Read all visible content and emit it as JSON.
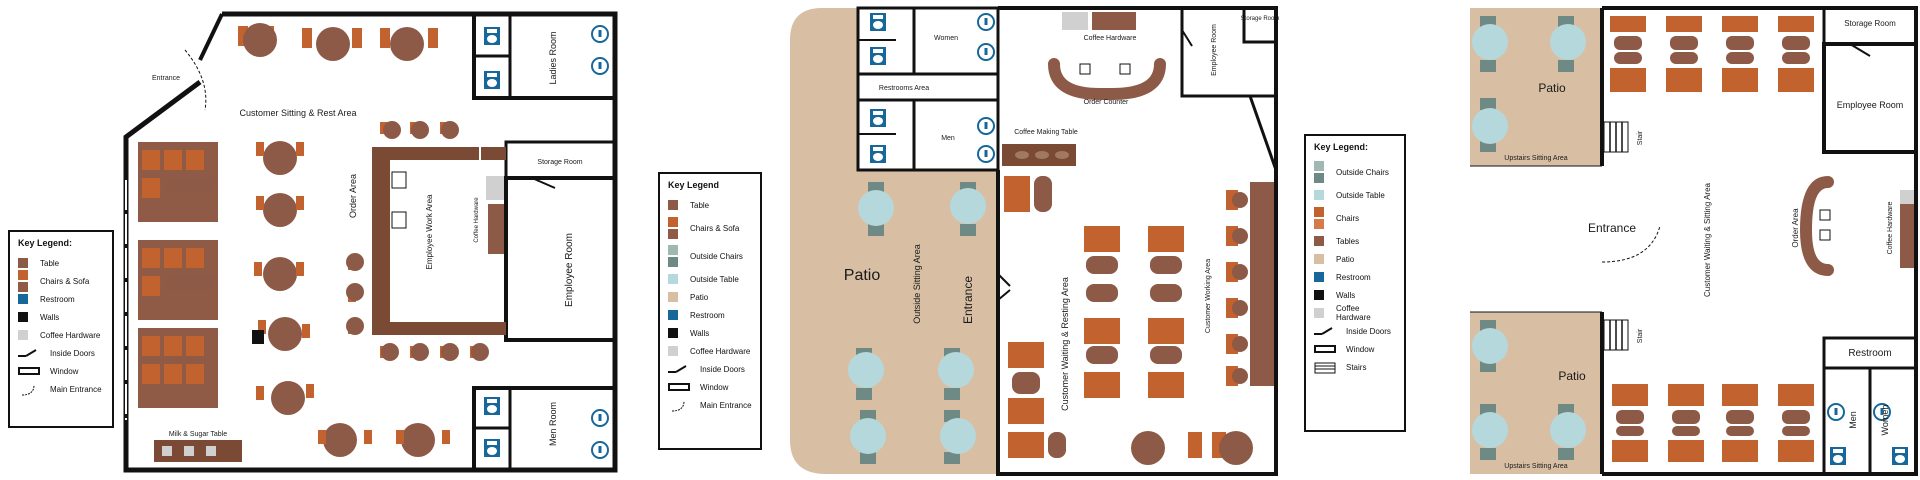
{
  "colors": {
    "table": "#8d5a48",
    "chair": "#c2622e",
    "chair_light": "#d77a4a",
    "sofa": "#8f5a46",
    "outside_chair": "#6f8a85",
    "outside_chair_light": "#9fb8b2",
    "outside_table": "#b5d8dc",
    "patio": "#d8bfa4",
    "restroom": "#17679a",
    "walls": "#111111",
    "coffee_hardware": "#d0d0d0",
    "counter": "#8a5b45",
    "work_floor": "#7b4a34"
  },
  "plan1": {
    "labels": {
      "entrance": "Entrance",
      "sitting_area": "Customer Sitting & Rest Area",
      "order_area": "Order Area",
      "employee_work_area": "Employee Work Area",
      "coffee_hardware": "Coffee Hardware",
      "storage_room": "Storage Room",
      "employee_room": "Employee Room",
      "ladies_room": "Ladies Room",
      "men_room": "Men Room",
      "milk_table": "Milk & Sugar Table"
    },
    "legend": {
      "title": "Key Legend:",
      "items": [
        "Table",
        "Chairs & Sofa",
        "Restroom",
        "Walls",
        "Coffee Hardware",
        "Inside Doors",
        "Window",
        "Main Entrance"
      ]
    }
  },
  "plan2": {
    "labels": {
      "women": "Women",
      "restrooms_area": "Restrooms Area",
      "men": "Men",
      "coffee_hardware": "Coffee Hardware",
      "order_counter": "Order Counter",
      "employee_room": "Employee Room",
      "storage_room": "Storage Room",
      "coffee_making_table": "Coffee Making Table",
      "patio": "Patio",
      "outside_sitting": "Outside Sitting Area",
      "entrance": "Entrance",
      "waiting_area": "Customer Waiting & Resting Area",
      "working_area": "Customer Working Area"
    },
    "legend": {
      "title": "Key Legend",
      "items": [
        "Table",
        "Chairs & Sofa",
        "Outside Chairs",
        "Outside Table",
        "Patio",
        "Restroom",
        "Walls",
        "Coffee Hardware",
        "Inside Doors",
        "Window",
        "Main Entrance"
      ]
    }
  },
  "plan3": {
    "labels": {
      "patio_top": "Patio",
      "upstairs_top": "Upstairs Sitting Area",
      "patio_bottom": "Patio",
      "upstairs_bottom": "Upstairs Sitting Area",
      "stair_top": "Stair",
      "stair_bottom": "Stair",
      "entrance": "Entrance",
      "waiting_area": "Customer Waiting & Sitting Area",
      "order_area": "Order Area",
      "coffee_hardware": "Coffee Hardware",
      "storage_room": "Storage Room",
      "employee_room": "Employee Room",
      "restroom": "Restroom",
      "men": "Men",
      "women": "Women"
    },
    "legend": {
      "title": "Key Legend:",
      "items": [
        "Outside Chairs",
        "Outside Table",
        "Chairs",
        "Tables",
        "Patio",
        "Restroom",
        "Walls",
        "Coffee Hardware",
        "Inside Doors",
        "Window",
        "Stairs"
      ]
    }
  }
}
